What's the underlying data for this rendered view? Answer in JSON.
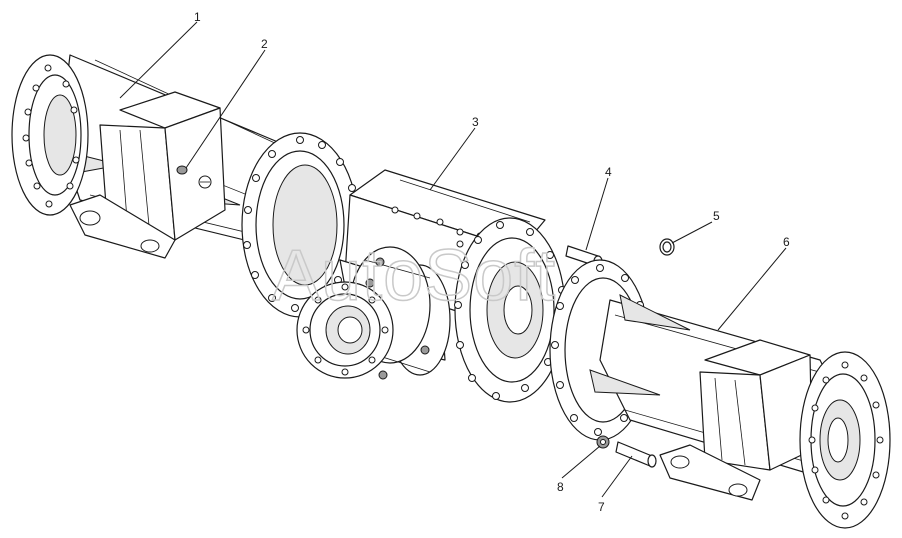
{
  "watermark": "AutoSoft",
  "callouts": [
    {
      "label": "1"
    },
    {
      "label": "2"
    },
    {
      "label": "3"
    },
    {
      "label": "4"
    },
    {
      "label": "5"
    },
    {
      "label": "6"
    },
    {
      "label": "7"
    },
    {
      "label": "8"
    }
  ]
}
